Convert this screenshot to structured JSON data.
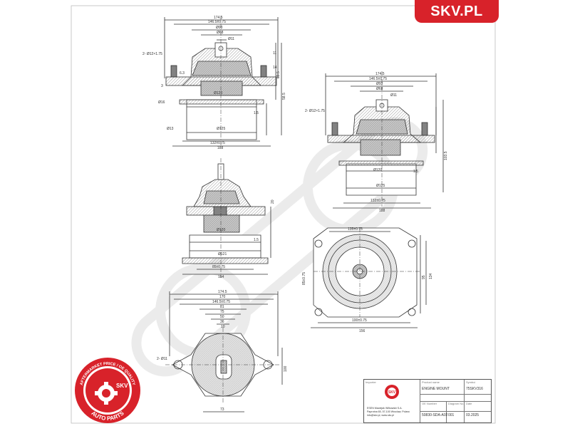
{
  "brand": {
    "logo_text": "SKV.PL",
    "accent": "#d8222a"
  },
  "views": {
    "top_left": {
      "dims": [
        "174.5",
        "146.5±0.75",
        "Ø93",
        "Ø68",
        "Ø11",
        "Ø120",
        "Ø125",
        "188",
        "132±0.75",
        "11",
        "14",
        "Ø13",
        "Ø16",
        "3",
        "1.5",
        "58.5",
        "89.5",
        "6.3",
        "2- Ø12×1.75"
      ]
    },
    "top_right": {
      "dims": [
        "174.5",
        "146.5±0.75",
        "Ø93",
        "Ø68",
        "Ø11",
        "Ø120",
        "Ø125",
        "188",
        "132±0.75",
        "2- Ø12×1.75",
        "103.5",
        "1.5"
      ]
    },
    "mid_left": {
      "dims": [
        "Ø120",
        "Ø121",
        "85±0.75",
        "154",
        "1.5",
        "20"
      ]
    },
    "mid_right": {
      "dims": [
        "135±0.75",
        "85±0.75",
        "100±0.75",
        "156",
        "134",
        "95"
      ]
    },
    "bottom_left": {
      "dims": [
        "174.5",
        "170",
        "146.5±0.75",
        "81",
        "75",
        "50",
        "36",
        "10",
        "2- Ø11",
        "73",
        "100"
      ]
    }
  },
  "title_block": {
    "company_label": "Importer",
    "part_name_label": "Product name",
    "part_name": "ENGINE MOUNT",
    "symbol_label": "Symbol",
    "symbol": "75SKV316",
    "oe_label": "OE Number",
    "oe_number": "50830-SDA-A02",
    "drawing_label": "Diagram No.",
    "drawing_no": "001",
    "date_label": "Date",
    "date": "03.2025",
    "company_lines": [
      "ESEN Maciejak Wilkowski S.A.",
      "Paprotna 65, 57-100 Wroclaw, Poland",
      "info@skv.pl, www.skv.pl"
    ],
    "mini_logo": "SKV"
  },
  "badge": {
    "ring_text_top": "AFTERMARKET PRICE / OE QUALITY",
    "center_text": "SKV",
    "ring_text_bottom": "AUTO PARTS",
    "color": "#d8222a"
  }
}
